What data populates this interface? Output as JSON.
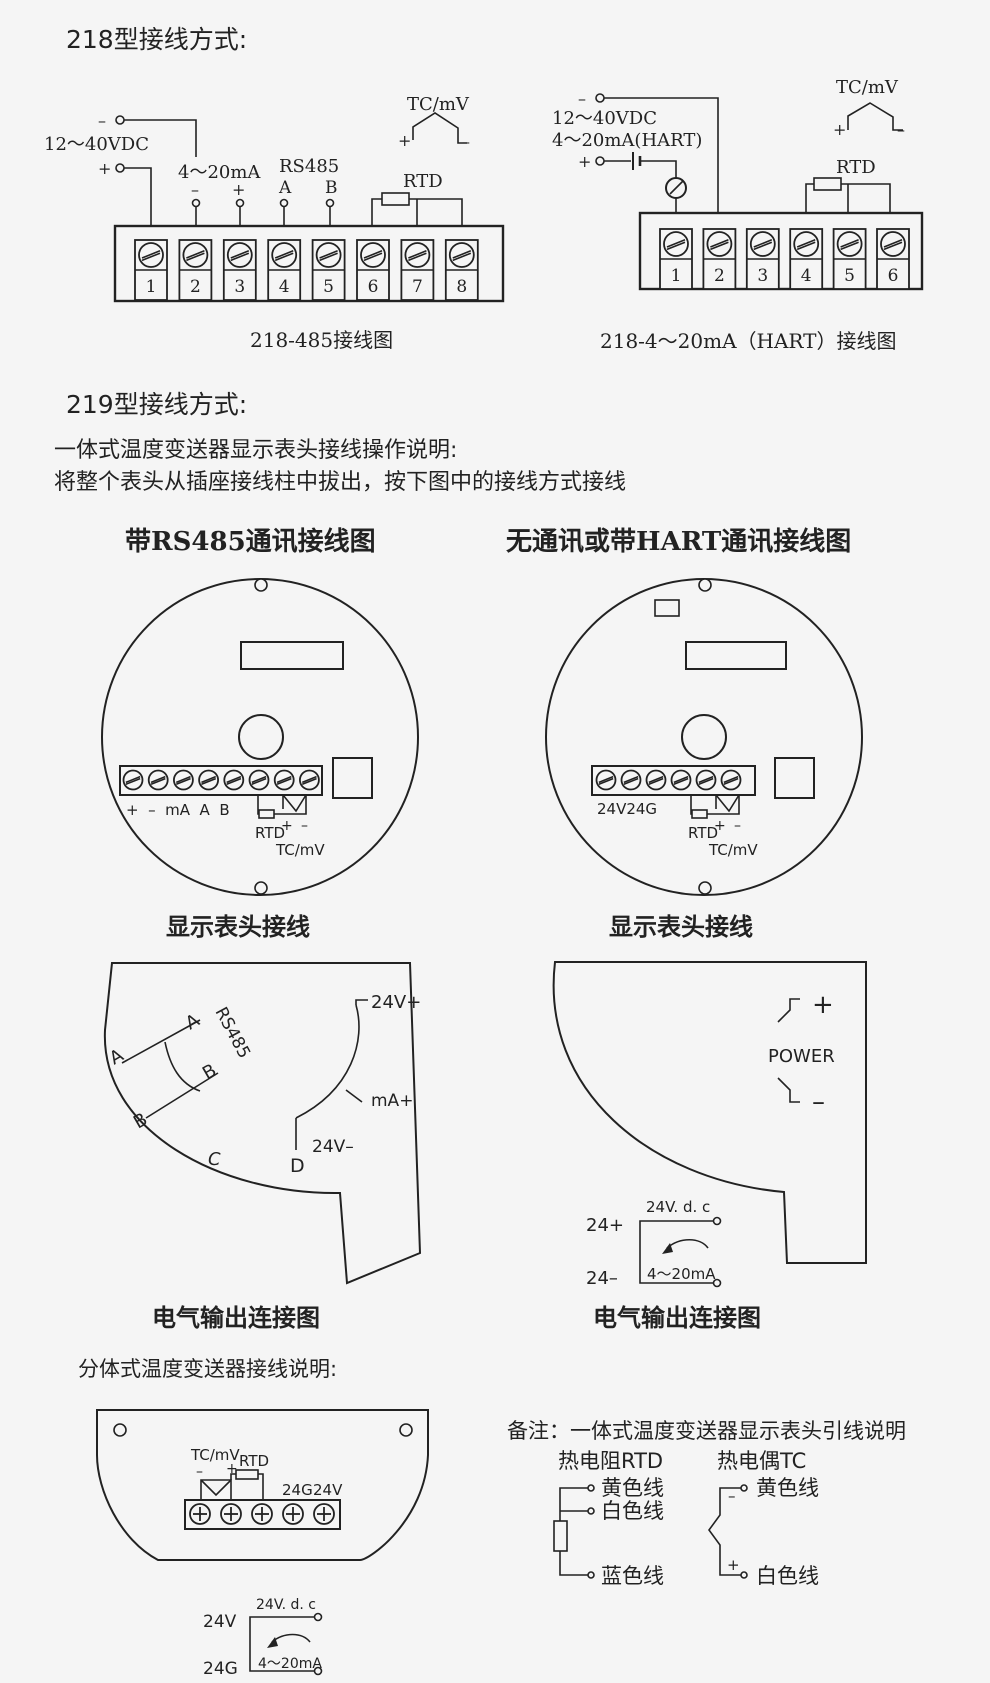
{
  "sections": {
    "s218_title": "218型接线方式:",
    "s219_title": "219型接线方式:",
    "instr_line1": "一体式温度变送器显示表头接线操作说明:",
    "instr_line2": "将整个表头从插座接线柱中拔出，按下图中的接线方式接线",
    "split_title": "分体式温度变送器接线说明:"
  },
  "diagram_485": {
    "caption": "218-485接线图",
    "minus": "–",
    "plus": "+",
    "power": "12～40VDC",
    "ma": "4～20mA",
    "ma_minus": "–",
    "ma_plus": "+",
    "rs485": "RS485",
    "a": "A",
    "b": "B",
    "rtd": "RTD",
    "tc": "TC/mV",
    "terminals": [
      "1",
      "2",
      "3",
      "4",
      "5",
      "6",
      "7",
      "8"
    ]
  },
  "diagram_hart": {
    "caption": "218-4～20mA（HART）接线图",
    "minus": "–",
    "plus": "+",
    "power": "12～40VDC",
    "ma": "4～20mA(HART)",
    "rtd": "RTD",
    "tc": "TC/mV",
    "terminals": [
      "1",
      "2",
      "3",
      "4",
      "5",
      "6"
    ]
  },
  "head_left": {
    "title": "带RS485通讯接线图",
    "labels": "+  –  mA  A  B",
    "rtd": "RTD",
    "tc": "TC/mV",
    "plus": "+",
    "minus": "–",
    "caption": "显示表头接线"
  },
  "head_right": {
    "title": "无通讯或带HART通讯接线图",
    "labels": "24V24G",
    "rtd": "RTD",
    "tc": "TC/mV",
    "plus": "+",
    "minus": "–",
    "caption": "显示表头接线"
  },
  "output_left": {
    "caption": "电气输出连接图",
    "a1": "A",
    "a2": "A",
    "b1": "B",
    "b2": "B",
    "rs485": "RS485",
    "c": "C",
    "d": "D",
    "v24p": "24V+",
    "ma": "mA+",
    "v24m": "24V–"
  },
  "output_right": {
    "caption": "电气输出连接图",
    "power": "POWER",
    "plus": "+",
    "minus": "–",
    "vdc": "24V. d. c",
    "p24": "24+",
    "m24": "24–",
    "ma": "4～20mA"
  },
  "split": {
    "tc": "TC/mV",
    "rtd": "RTD",
    "minus": "–",
    "plus": "+",
    "g24": "24G",
    "v24": "24V",
    "vdc": "24V. d. c",
    "ma": "4～20mA",
    "left_24v": "24V",
    "left_24g": "24G"
  },
  "note": {
    "title": "备注：一体式温度变送器显示表头引线说明",
    "rtd_title": "热电阻RTD",
    "tc_title": "热电偶TC",
    "yellow": "黄色线",
    "white": "白色线",
    "blue": "蓝色线",
    "tc_yellow": "黄色线",
    "tc_white": "白色线",
    "tc_minus": "–",
    "tc_plus": "+"
  }
}
